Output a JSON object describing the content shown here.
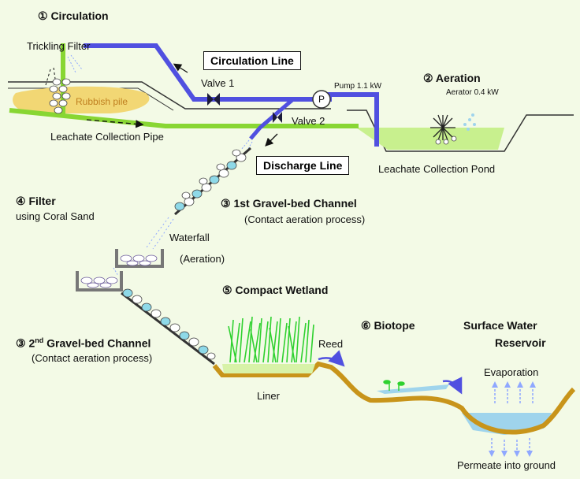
{
  "labels": {
    "circulation": "① Circulation",
    "trickling_filter": "Trickling Filter",
    "rubbish_pile": "Rubbish pile",
    "leachate_pipe": "Leachate Collection Pipe",
    "circulation_line": "Circulation Line",
    "valve1": "Valve 1",
    "valve2": "Valve 2",
    "pump": "Pump 1.1 kW",
    "pump_symbol": "P",
    "aeration": "② Aeration",
    "aerator": "Aerator 0.4 kW",
    "pond": "Leachate Collection Pond",
    "discharge_line": "Discharge Line",
    "gravel1_title": "③ 1st Gravel-bed Channel",
    "gravel1_sub": "(Contact aeration process)",
    "filter_title": "④ Filter",
    "filter_sub": "using Coral Sand",
    "waterfall": "Waterfall",
    "waterfall_sub": "(Aeration)",
    "wetland": "⑤ Compact Wetland",
    "gravel2_prefix": "③  2",
    "gravel2_sup": "nd",
    "gravel2_suffix": " Gravel-bed Channel",
    "gravel2_sub": "(Contact aeration process)",
    "reed": "Reed",
    "liner": "Liner",
    "biotope": "⑥ Biotope",
    "reservoir_line1": "Surface Water",
    "reservoir_line2": "Reservoir",
    "evaporation": "Evaporation",
    "permeate": "Permeate into ground"
  },
  "colors": {
    "pipe_blue": "#5050e0",
    "pipe_green": "#88d633",
    "water": "#9fd4ec",
    "liner": "#c8941a",
    "rubbish": "#f2d774",
    "stone": "#ffffff",
    "gravel_fill": "#8ed9e8"
  }
}
